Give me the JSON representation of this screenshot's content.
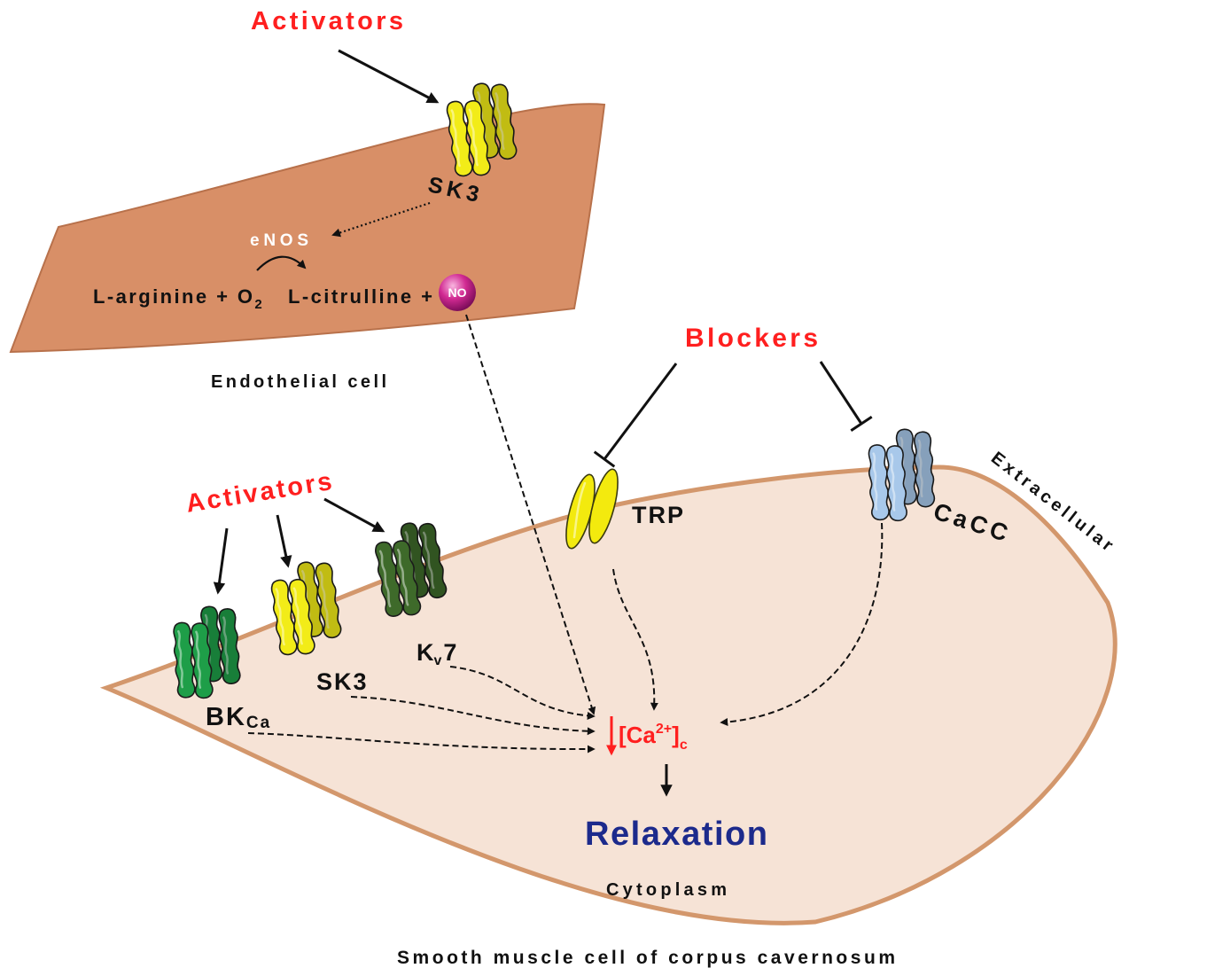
{
  "diagram": {
    "endothelial_cell": {
      "activators_label": "Activators",
      "channel_label": "SK3",
      "enzyme_label": "eNOS",
      "reaction": {
        "substrate": "L-arginine + O",
        "substrate_subscript": "2",
        "product": "L-citrulline +",
        "nitric_oxide": "NO"
      },
      "cell_label": "Endothelial cell"
    },
    "smooth_muscle_cell": {
      "activators_label": "Activators",
      "blockers_label": "Blockers",
      "channels": {
        "bkca": {
          "main": "BK",
          "subscript": "Ca"
        },
        "sk3": "SK3",
        "kv7": {
          "main": "K",
          "subscript": "v",
          "suffix": "7"
        },
        "trp": "TRP",
        "cacc": "CaCC"
      },
      "extracellular_label": "Extracellular",
      "calcium": {
        "bracket_open": "[Ca",
        "superscript": "2+",
        "bracket_close": "]",
        "subscript": "c"
      },
      "outcome": "Relaxation",
      "cytoplasm_label": "Cytoplasm",
      "cell_label": "Smooth muscle cell of corpus cavernosum"
    }
  },
  "colors": {
    "label_red": "#FF1F1F",
    "relaxation_navy": "#1C2A8C",
    "endothelial_fill": "#D88F67",
    "endothelial_stroke": "#B8714B",
    "smooth_muscle_fill": "#F6E3D6",
    "smooth_muscle_stroke": "#D3976C",
    "sk3_yellow": "#F2EC18",
    "bkca_green": "#1E9E48",
    "kv7_dark_green": "#3E6A2A",
    "cacc_light_blue": "#A8C8EA",
    "trp_yellow": "#F3EA0E",
    "no_magenta": "#D12A92"
  }
}
